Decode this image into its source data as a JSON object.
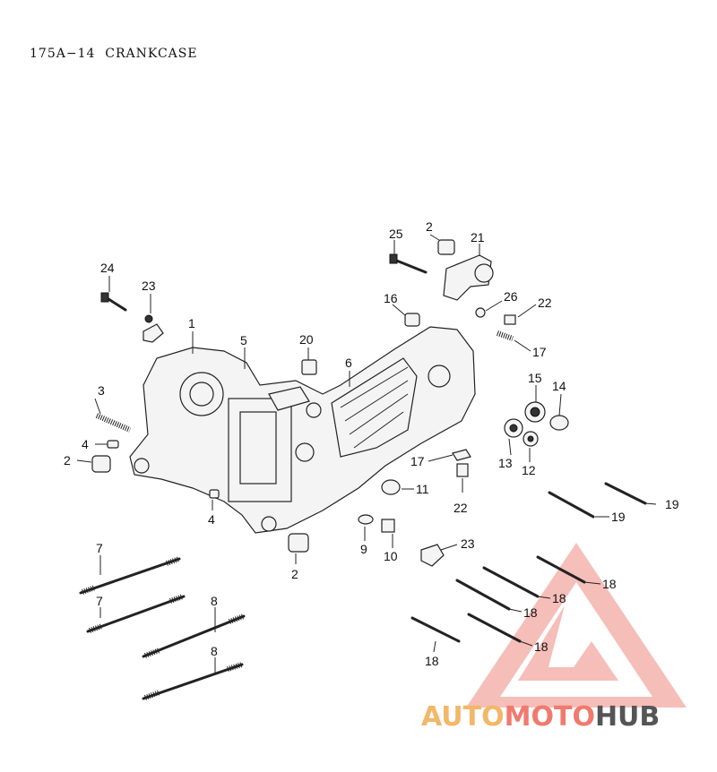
{
  "title": "175A−14  CRANKCASE",
  "callouts": [
    {
      "id": "c1",
      "label": "1"
    },
    {
      "id": "c2a",
      "label": "2"
    },
    {
      "id": "c2b",
      "label": "2"
    },
    {
      "id": "c2c",
      "label": "2"
    },
    {
      "id": "c3",
      "label": "3"
    },
    {
      "id": "c4a",
      "label": "4"
    },
    {
      "id": "c4b",
      "label": "4"
    },
    {
      "id": "c5",
      "label": "5"
    },
    {
      "id": "c6",
      "label": "6"
    },
    {
      "id": "c7a",
      "label": "7"
    },
    {
      "id": "c7b",
      "label": "7"
    },
    {
      "id": "c8a",
      "label": "8"
    },
    {
      "id": "c8b",
      "label": "8"
    },
    {
      "id": "c9",
      "label": "9"
    },
    {
      "id": "c10",
      "label": "10"
    },
    {
      "id": "c11",
      "label": "11"
    },
    {
      "id": "c12",
      "label": "12"
    },
    {
      "id": "c13",
      "label": "13"
    },
    {
      "id": "c14",
      "label": "14"
    },
    {
      "id": "c15",
      "label": "15"
    },
    {
      "id": "c16",
      "label": "16"
    },
    {
      "id": "c17a",
      "label": "17"
    },
    {
      "id": "c17b",
      "label": "17"
    },
    {
      "id": "c18a",
      "label": "18"
    },
    {
      "id": "c18b",
      "label": "18"
    },
    {
      "id": "c18c",
      "label": "18"
    },
    {
      "id": "c18d",
      "label": "18"
    },
    {
      "id": "c18e",
      "label": "18"
    },
    {
      "id": "c19a",
      "label": "19"
    },
    {
      "id": "c19b",
      "label": "19"
    },
    {
      "id": "c20",
      "label": "20"
    },
    {
      "id": "c21",
      "label": "21"
    },
    {
      "id": "c22a",
      "label": "22"
    },
    {
      "id": "c22b",
      "label": "22"
    },
    {
      "id": "c23a",
      "label": "23"
    },
    {
      "id": "c23b",
      "label": "23"
    },
    {
      "id": "c24",
      "label": "24"
    },
    {
      "id": "c25",
      "label": "25"
    },
    {
      "id": "c26",
      "label": "26"
    }
  ],
  "watermark": {
    "part1": "AUTO",
    "part2": "MOTO",
    "part3": "HUB",
    "colors": {
      "auto": "#f2b768",
      "moto": "#f07a6e",
      "hub": "#555555",
      "logo": "#f08a80"
    }
  }
}
